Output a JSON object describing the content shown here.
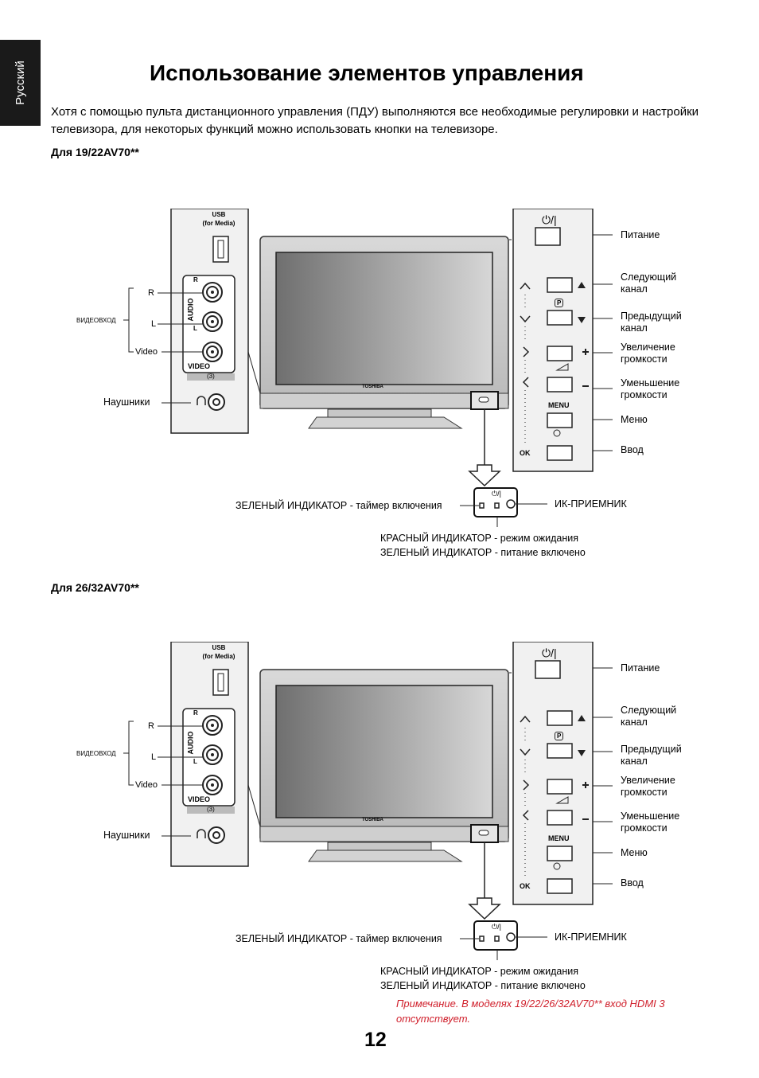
{
  "side_tab": "Русский",
  "title": "Использование элементов управления",
  "intro": "Хотя с помощью пульта дистанционного управления (ПДУ) выполняются все необходимые регулировки и настройки телевизора, для некоторых функций можно использовать кнопки на телевизоре.",
  "sections": [
    {
      "model": "Для 19/22AV70**",
      "side_panel": {
        "usb_label": "USB\n(for Media)",
        "audio_label": "AUDIO",
        "r": "R",
        "l": "L",
        "video_label": "VIDEO",
        "input_num": "(3)",
        "callout_r": "R",
        "callout_l": "L",
        "callout_video": "Video",
        "video_in": "ВИДЕОВХОД",
        "headphones": "Наушники"
      },
      "tv_brand": "TOSHIBA",
      "buttons": {
        "power": "Питание",
        "next": "Следующий\nканал",
        "prev": "Предыдущий\nканал",
        "vol_up": "Увеличение\nгромкости",
        "vol_down": "Уменьшение\nгромкости",
        "menu": "Меню",
        "input": "Ввод",
        "menu_key": "MENU",
        "ok_key": "OK",
        "p_key": "P"
      },
      "indicators": {
        "timer": "ЗЕЛЕНЫЙ ИНДИКАТОР - таймер включения",
        "ir": "ИК-ПРИЕМНИК",
        "red": "КРАСНЫЙ ИНДИКАТОР - режим ожидания",
        "green": "ЗЕЛЕНЫЙ ИНДИКАТОР - питание включено"
      }
    },
    {
      "model": "Для 26/32AV70**",
      "side_panel": {
        "usb_label": "USB\n(for Media)",
        "audio_label": "AUDIO",
        "r": "R",
        "l": "L",
        "video_label": "VIDEO",
        "input_num": "(3)",
        "callout_r": "R",
        "callout_l": "L",
        "callout_video": "Video",
        "video_in": "ВИДЕОВХОД",
        "headphones": "Наушники"
      },
      "tv_brand": "TOSHIBA",
      "buttons": {
        "power": "Питание",
        "next": "Следующий\nканал",
        "prev": "Предыдущий\nканал",
        "vol_up": "Увеличение\nгромкости",
        "vol_down": "Уменьшение\nгромкости",
        "menu": "Меню",
        "input": "Ввод",
        "menu_key": "MENU",
        "ok_key": "OK",
        "p_key": "P"
      },
      "indicators": {
        "timer": "ЗЕЛЕНЫЙ ИНДИКАТОР - таймер включения",
        "ir": "ИК-ПРИЕМНИК",
        "red": "КРАСНЫЙ ИНДИКАТОР - режим ожидания",
        "green": "ЗЕЛЕНЫЙ ИНДИКАТОР - питание включено"
      }
    }
  ],
  "note": "Примечание. В моделях 19/22/26/32AV70** вход HDMI 3 отсутствует.",
  "page_number": "12",
  "colors": {
    "note": "#d0202c",
    "side_tab": "#1a1a1a"
  }
}
